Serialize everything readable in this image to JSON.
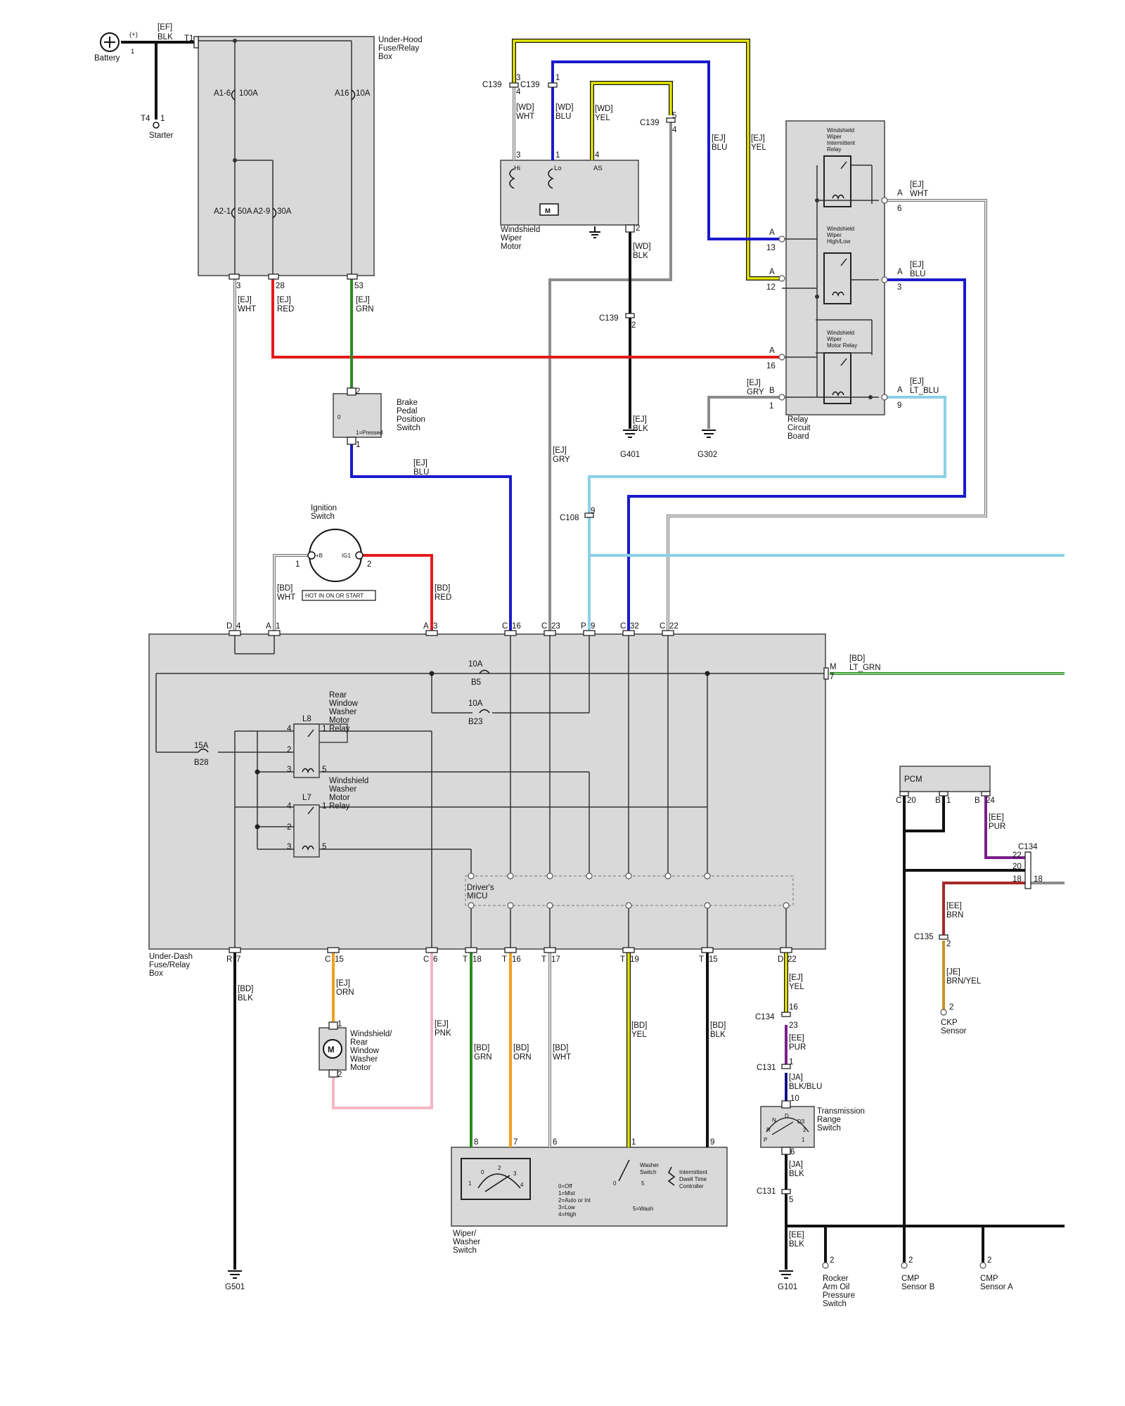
{
  "colors": {
    "BLK": "#111111",
    "WHT": "#cccccc",
    "RED": "#e41b1b",
    "GRN": "#2e8b22",
    "BLU": "#1a1acc",
    "YEL": "#e6e600",
    "GRY": "#8c8c8c",
    "LT_BLU": "#8ccfe8",
    "ORN": "#f0a020",
    "PNK": "#f5b5c5",
    "PUR": "#7a1f8a",
    "BRN": "#a52a2a",
    "BRN_YEL": "#c8922a",
    "LT_GRN": "#5ac85a",
    "housing": "#d9d9d9"
  },
  "battery": {
    "label": "Battery",
    "polarity": "(+)",
    "pin": "1"
  },
  "starter": {
    "label": "Starter",
    "connector": "T4",
    "pin": "1"
  },
  "underhood_box": {
    "title": [
      "Under-Hood",
      "Fuse/Relay",
      "Box"
    ],
    "fuses": [
      {
        "id": "A1-6",
        "rating": "100A"
      },
      {
        "id": "A16",
        "rating": "10A"
      },
      {
        "id": "A2-1",
        "rating": "50A"
      },
      {
        "id": "A2-9",
        "rating": "30A"
      }
    ],
    "connector_t1": "T1",
    "pins": [
      "3",
      "28",
      "53"
    ]
  },
  "ignition": {
    "title": [
      "Ignition",
      "Switch"
    ],
    "terminals": [
      "+B",
      "IG1"
    ],
    "pins": [
      "1",
      "2"
    ],
    "note": "HOT IN ON OR START"
  },
  "brake_switch": {
    "title": [
      "Brake",
      "Pedal",
      "Position",
      "Switch"
    ],
    "state0": "0",
    "state1": "1=Pressed",
    "pins": [
      "2",
      "1"
    ]
  },
  "wiper_motor": {
    "title": [
      "Windshield",
      "Wiper",
      "Motor"
    ],
    "terminals": [
      "Hi",
      "Lo",
      "AS"
    ],
    "pins": [
      "3",
      "1",
      "4",
      "2"
    ]
  },
  "relay_board": {
    "title": [
      "Relay",
      "Circuit",
      "Board"
    ],
    "relays": [
      [
        "Windshield",
        "Wiper",
        "Intermittent",
        "Relay"
      ],
      [
        "Windshield",
        "Wiper",
        "High/Low",
        "Relay"
      ],
      [
        "Windshield",
        "Wiper",
        "Motor Relay"
      ]
    ],
    "left_pins": [
      "13",
      "12",
      "16",
      "1"
    ],
    "right_pins": [
      "6",
      "3",
      "9"
    ],
    "conn_a": "A",
    "conn_b": "B"
  },
  "connectors": {
    "c139": "C139",
    "c108": "C108",
    "c134": "C134",
    "c131": "C131",
    "c135": "C135",
    "c139_pins": [
      "3",
      "4",
      "1",
      "5",
      "4",
      "1",
      "2"
    ],
    "c108_pin": "9",
    "c134_pins": [
      "16",
      "23",
      "22",
      "20",
      "18",
      "18"
    ],
    "c131_pins": [
      "1",
      "10",
      "6",
      "5"
    ],
    "c135_pin": "2"
  },
  "grounds": {
    "g401": "G401",
    "g302": "G302",
    "g501": "G501",
    "g101": "G101"
  },
  "wires": {
    "ef_blk": [
      "[EF]",
      "BLK"
    ],
    "ej_wht": [
      "[EJ]",
      "WHT"
    ],
    "ej_red": [
      "[EJ]",
      "RED"
    ],
    "ej_grn": [
      "[EJ]",
      "GRN"
    ],
    "ej_blu": [
      "[EJ]",
      "BLU"
    ],
    "ej_gry": [
      "[EJ]",
      "GRY"
    ],
    "ej_yel": [
      "[EJ]",
      "YEL"
    ],
    "ej_ltblu": [
      "[EJ]",
      "LT_BLU"
    ],
    "ej_orn": [
      "[EJ]",
      "ORN"
    ],
    "ej_pnk": [
      "[EJ]",
      "PNK"
    ],
    "ej_blk": [
      "[EJ]",
      "BLK"
    ],
    "wd_wht": [
      "[WD]",
      "WHT"
    ],
    "wd_blu": [
      "[WD]",
      "BLU"
    ],
    "wd_yel": [
      "[WD]",
      "YEL"
    ],
    "wd_blk": [
      "[WD]",
      "BLK"
    ],
    "bd_wht": [
      "[BD]",
      "WHT"
    ],
    "bd_red": [
      "[BD]",
      "RED"
    ],
    "bd_ltgrn": [
      "[BD]",
      "LT_GRN"
    ],
    "bd_blk": [
      "[BD]",
      "BLK"
    ],
    "bd_grn": [
      "[BD]",
      "GRN"
    ],
    "bd_orn": [
      "[BD]",
      "ORN"
    ],
    "bd_yel": [
      "[BD]",
      "YEL"
    ],
    "ee_pur": [
      "[EE]",
      "PUR"
    ],
    "ee_brn": [
      "[EE]",
      "BRN"
    ],
    "ee_blk": [
      "[EE]",
      "BLK"
    ],
    "je_brnyel": [
      "[JE]",
      "BRN/YEL"
    ],
    "ja_blkblu": [
      "[JA]",
      "BLK/BLU"
    ],
    "ja_blk": [
      "[JA]",
      "BLK"
    ]
  },
  "underdash_box": {
    "title": [
      "Under-Dash",
      "Fuse/Relay",
      "Box"
    ],
    "top_pins": [
      {
        "c": "D",
        "p": "4"
      },
      {
        "c": "A",
        "p": "1"
      },
      {
        "c": "A",
        "p": "3"
      },
      {
        "c": "C",
        "p": "16"
      },
      {
        "c": "C",
        "p": "23"
      },
      {
        "c": "P",
        "p": "9"
      },
      {
        "c": "C",
        "p": "32"
      },
      {
        "c": "C",
        "p": "22"
      }
    ],
    "bottom_pins": [
      {
        "c": "R",
        "p": "7"
      },
      {
        "c": "C",
        "p": "15"
      },
      {
        "c": "C",
        "p": "6"
      },
      {
        "c": "T",
        "p": "18"
      },
      {
        "c": "T",
        "p": "16"
      },
      {
        "c": "T",
        "p": "17"
      },
      {
        "c": "T",
        "p": "19"
      },
      {
        "c": "T",
        "p": "15"
      },
      {
        "c": "D",
        "p": "22"
      }
    ],
    "right_pin": {
      "c": "M",
      "p": "7"
    },
    "fuses": [
      {
        "rating": "10A",
        "id": "B5"
      },
      {
        "rating": "10A",
        "id": "B23"
      },
      {
        "rating": "15A",
        "id": "B28"
      }
    ],
    "relays": [
      {
        "id": "L8",
        "title": [
          "Rear",
          "Window",
          "Washer",
          "Motor",
          "Relay"
        ],
        "pins": [
          "4",
          "2",
          "3",
          "1",
          "5"
        ]
      },
      {
        "id": "L7",
        "title": [
          "Windshield",
          "Washer",
          "Motor",
          "Relay"
        ],
        "pins": [
          "4",
          "2",
          "3",
          "1",
          "5"
        ]
      }
    ],
    "micu": [
      "Driver's",
      "MICU"
    ]
  },
  "washer_motor": {
    "title": [
      "Windshield/",
      "Rear",
      "Window",
      "Washer",
      "Motor"
    ],
    "pins": [
      "1",
      "2"
    ]
  },
  "wiper_switch": {
    "title": [
      "Wiper/",
      "Washer",
      "Switch"
    ],
    "pins": [
      "8",
      "7",
      "6",
      "1",
      "9"
    ],
    "positions": [
      "0",
      "1",
      "2",
      "3",
      "4"
    ],
    "legend": [
      "0=Off",
      "1=Mist",
      "2=Auto or Int",
      "3=Low",
      "4=High"
    ],
    "washer": [
      "Washer",
      "Switch"
    ],
    "washer_state": [
      "0",
      "5"
    ],
    "wash_note": "5=Wash",
    "controller": [
      "Intermittent",
      "Dwell Time",
      "Controller"
    ]
  },
  "pcm": {
    "title": "PCM",
    "pins": [
      {
        "c": "C",
        "p": "20"
      },
      {
        "c": "B",
        "p": "1"
      },
      {
        "c": "B",
        "p": "24"
      }
    ]
  },
  "trs": {
    "title": [
      "Transmission",
      "Range",
      "Switch"
    ],
    "positions": [
      "N",
      "D",
      "D3",
      "R",
      "P",
      "2",
      "1"
    ]
  },
  "sensors": {
    "ckp": {
      "title": [
        "CKP",
        "Sensor"
      ],
      "pin": "2"
    },
    "rocker": {
      "title": [
        "Rocker",
        "Arm Oil",
        "Pressure",
        "Switch"
      ],
      "pin": "2"
    },
    "cmp_b": {
      "title": [
        "CMP",
        "Sensor B"
      ],
      "pin": "2"
    },
    "cmp_a": {
      "title": [
        "CMP",
        "Sensor A"
      ],
      "pin": "2"
    }
  }
}
